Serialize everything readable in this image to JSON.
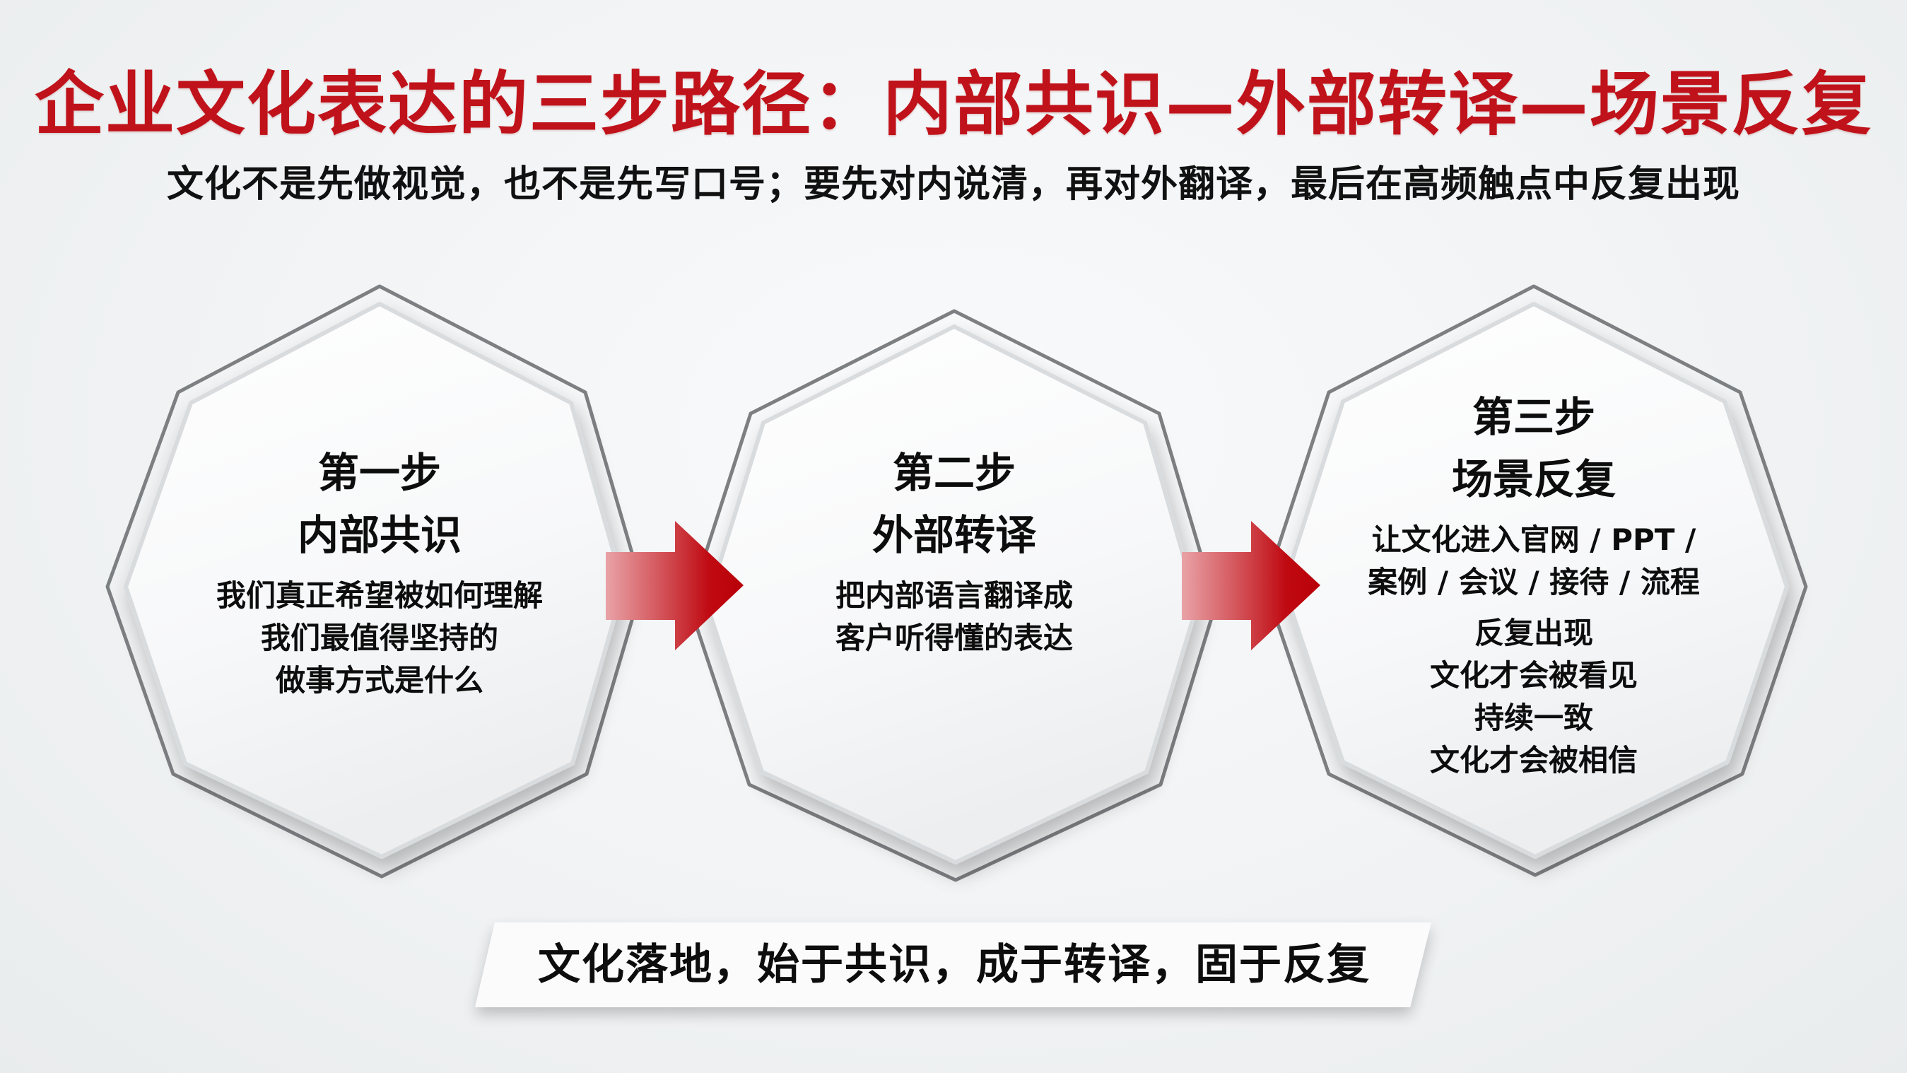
{
  "header": {
    "title": "企业文化表达的三步路径：内部共识—外部转译—场景反复",
    "subtitle": "文化不是先做视觉，也不是先写口号；要先对内说清，再对外翻译，最后在高频触点中反复出现"
  },
  "steps": [
    {
      "label": "第一步",
      "name": "内部共识",
      "desc": [
        "我们真正希望被如何理解",
        "我们最值得坚持的",
        "做事方式是什么"
      ]
    },
    {
      "label": "第二步",
      "name": "外部转译",
      "desc": [
        "把内部语言翻译成",
        "客户听得懂的表达"
      ]
    },
    {
      "label": "第三步",
      "name": "场景反复",
      "desc": [
        "让文化进入官网 / PPT /",
        "案例 / 会议 / 接待 / 流程"
      ],
      "desc2": [
        "反复出现",
        "文化才会被看见",
        "持续一致",
        "文化才会被相信"
      ]
    }
  ],
  "arrows": [
    {
      "from": "第一步",
      "to": "第二步",
      "icon": "arrow-right-icon"
    },
    {
      "from": "第二步",
      "to": "第三步",
      "icon": "arrow-right-icon"
    }
  ],
  "footer": {
    "summary": "文化落地，始于共识，成于转译，固于反复"
  },
  "colors": {
    "accent": "#c0121a",
    "arrow_dark": "#c00000",
    "arrow_light": "#e8a0a4",
    "text": "#0d0d0d",
    "outline": "#7a7d80"
  }
}
